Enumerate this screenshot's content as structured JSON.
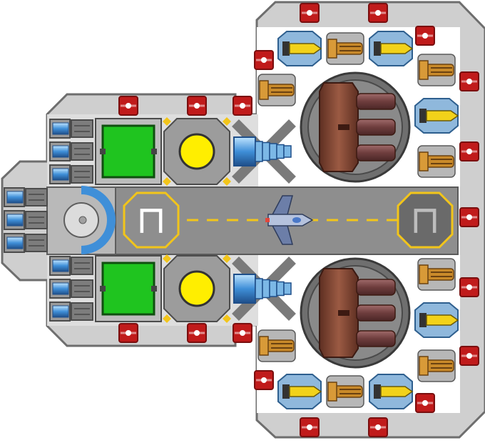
{
  "scene": {
    "title": "",
    "colors": {
      "hull_outer": "#6e6e6e",
      "hull_fill": "#cfcfcf",
      "interior": "#ffffff",
      "runway": "#8e8e8e",
      "stripe": "#f2c51a",
      "armor_plate": "#c01b1b",
      "reactor_core": "#ffee00",
      "screen_green": "#1fc41f",
      "engine_blue": "#3f8fd8",
      "turret_copper": "#8a4a36",
      "gun_gold": "#c98a2a",
      "missile_yellow": "#f2d21a"
    }
  },
  "pads": {
    "left_symbol": "⊓",
    "right_symbol": "⊓"
  },
  "modules": {
    "armor_plates": "armor-plate",
    "reactors": "reactor-core",
    "screens": "control-screen",
    "thrusters": "thruster-pod",
    "turrets": "heavy-turret",
    "guns": "autocannon",
    "missiles": "missile-launcher",
    "shield": "shield-generator",
    "fighter": "fighter-craft"
  }
}
